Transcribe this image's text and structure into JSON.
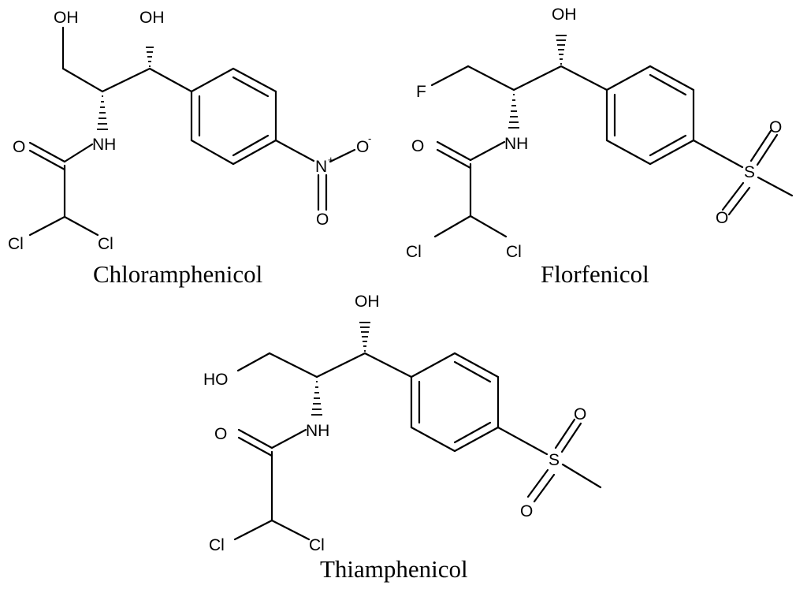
{
  "atoms": {
    "OH": "OH",
    "HO": "HO",
    "NH": "NH",
    "O": "O",
    "Cl": "Cl",
    "F": "F",
    "S": "S",
    "N": "N",
    "plus": "+",
    "minus": "-"
  },
  "compounds": [
    {
      "name": "Chloramphenicol"
    },
    {
      "name": "Florfenicol"
    },
    {
      "name": "Thiamphenicol"
    }
  ]
}
